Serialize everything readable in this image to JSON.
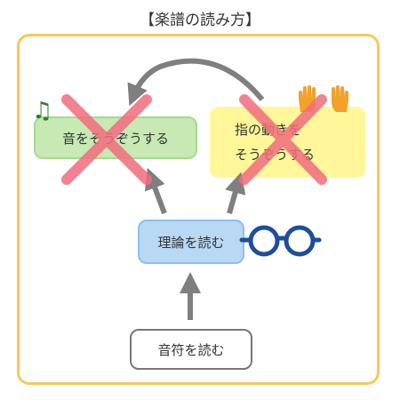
{
  "title": "【楽譜の読み方】",
  "boxes": {
    "imitate_sound": "音をそうぞうする",
    "imitate_fingers_line1": "指の動きを",
    "imitate_fingers_line2": "そうぞうする",
    "read_theory": "理論を読む",
    "read_notes": "音符を読む"
  },
  "icons": {
    "music_note": "music-note-icon",
    "hands": "raised-hands-icon",
    "glasses": "glasses-icon",
    "cross": "cross-mark-icon"
  },
  "colors": {
    "frame": "#f6c85f",
    "green_box": "#c7e9b4",
    "yellow_box": "#fff799",
    "blue_box": "#b8d8f3",
    "cross": "#f26d7d",
    "arrow": "#7f7f7f",
    "glasses": "#1f4e99"
  }
}
